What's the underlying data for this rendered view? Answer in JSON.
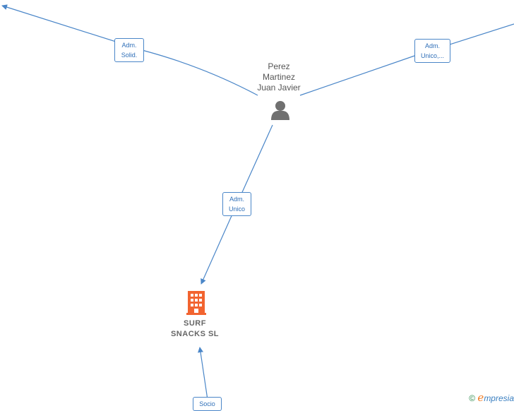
{
  "nodes": {
    "person": {
      "line1": "Perez",
      "line2": "Martinez",
      "line3": "Juan Javier",
      "icon": "person-icon"
    },
    "company": {
      "line1": "SURF",
      "line2": "SNACKS SL",
      "icon": "building-icon",
      "color": "#f26430"
    }
  },
  "edges": {
    "adm_solid": {
      "line1": "Adm.",
      "line2": "Solid."
    },
    "adm_unico_trunc": {
      "line1": "Adm.",
      "line2": "Unico,..."
    },
    "adm_unico": {
      "line1": "Adm.",
      "line2": "Unico"
    },
    "socio": {
      "line1": "Socio"
    }
  },
  "footer": {
    "copyright_symbol": "©",
    "brand_initial": "e",
    "brand_rest": "mpresia"
  },
  "colors": {
    "edge": "#4a86c8",
    "person_icon": "#707070"
  }
}
